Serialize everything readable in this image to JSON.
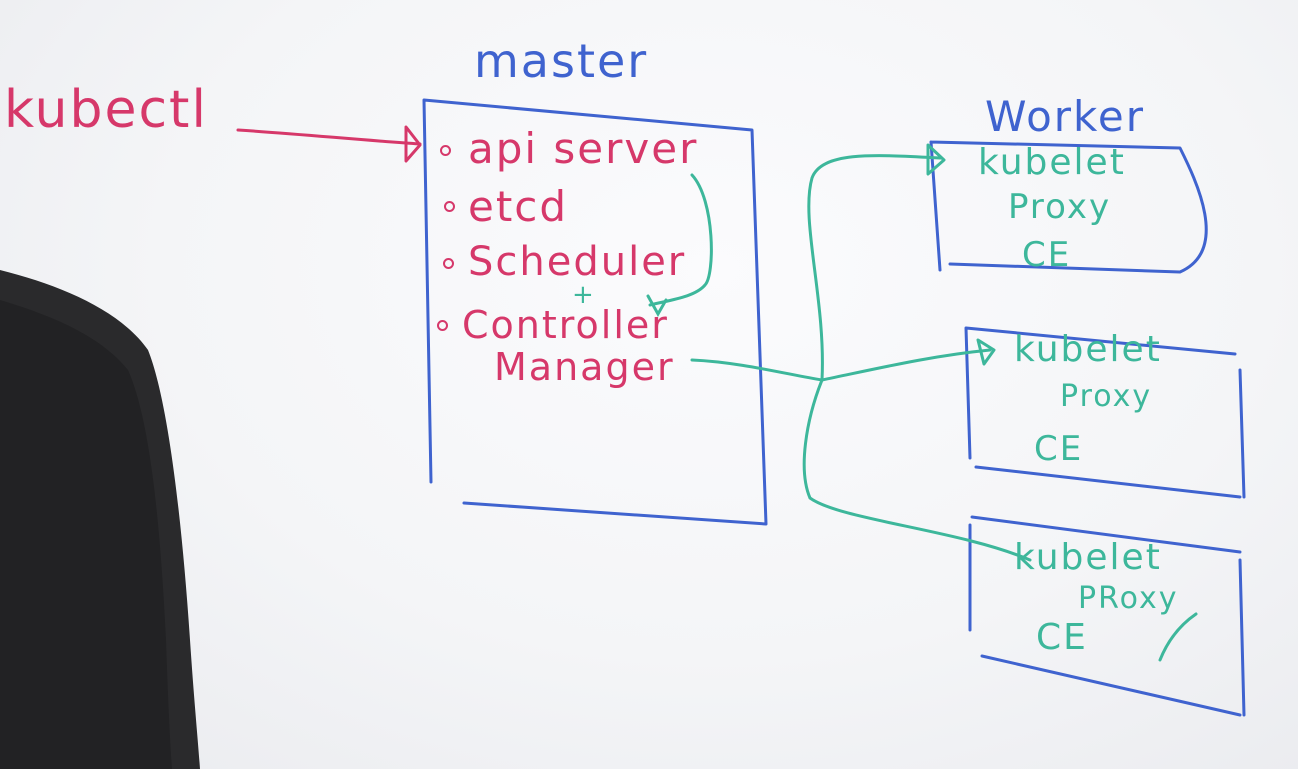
{
  "diagram": {
    "client": {
      "label": "kubectl"
    },
    "master": {
      "title": "master",
      "components": [
        "api server",
        "etcd",
        "Scheduler",
        "Controller",
        "Manager"
      ],
      "plus": "+"
    },
    "workers": {
      "title": "Worker",
      "nodes": [
        {
          "kubelet": "kubelet",
          "proxy": "Proxy",
          "ce": "CE"
        },
        {
          "kubelet": "kubelet",
          "proxy": "Proxy",
          "ce": "CE"
        },
        {
          "kubelet": "kubelet",
          "proxy": "PRoxy",
          "ce": "CE"
        }
      ]
    },
    "colors": {
      "pink": "#d6386a",
      "blue": "#3f63cf",
      "teal": "#3db79b",
      "presenter": "#2a2a2c"
    }
  }
}
